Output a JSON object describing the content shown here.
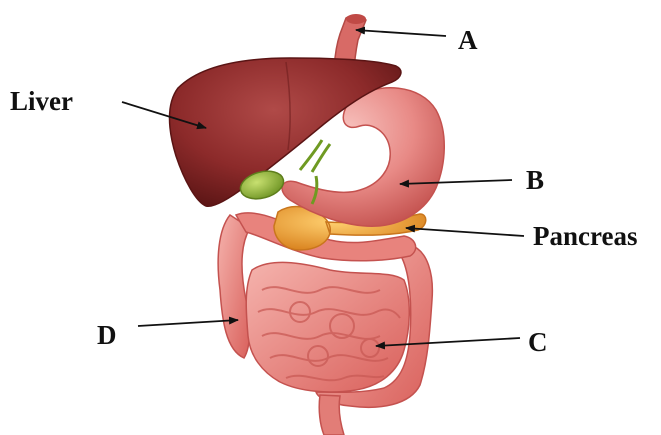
{
  "labels": {
    "a": "A",
    "b": "B",
    "c": "C",
    "d": "D",
    "liver": "Liver",
    "pancreas": "Pancreas"
  },
  "colors": {
    "liver": "#8c2a2a",
    "stomach": "#e88a86",
    "intestine": "#e98a84",
    "gallbladder": "#8fb53a",
    "pancreas": "#f0a032",
    "esophagus": "#d86a66",
    "label_text": "#111111",
    "arrow": "#111111"
  }
}
